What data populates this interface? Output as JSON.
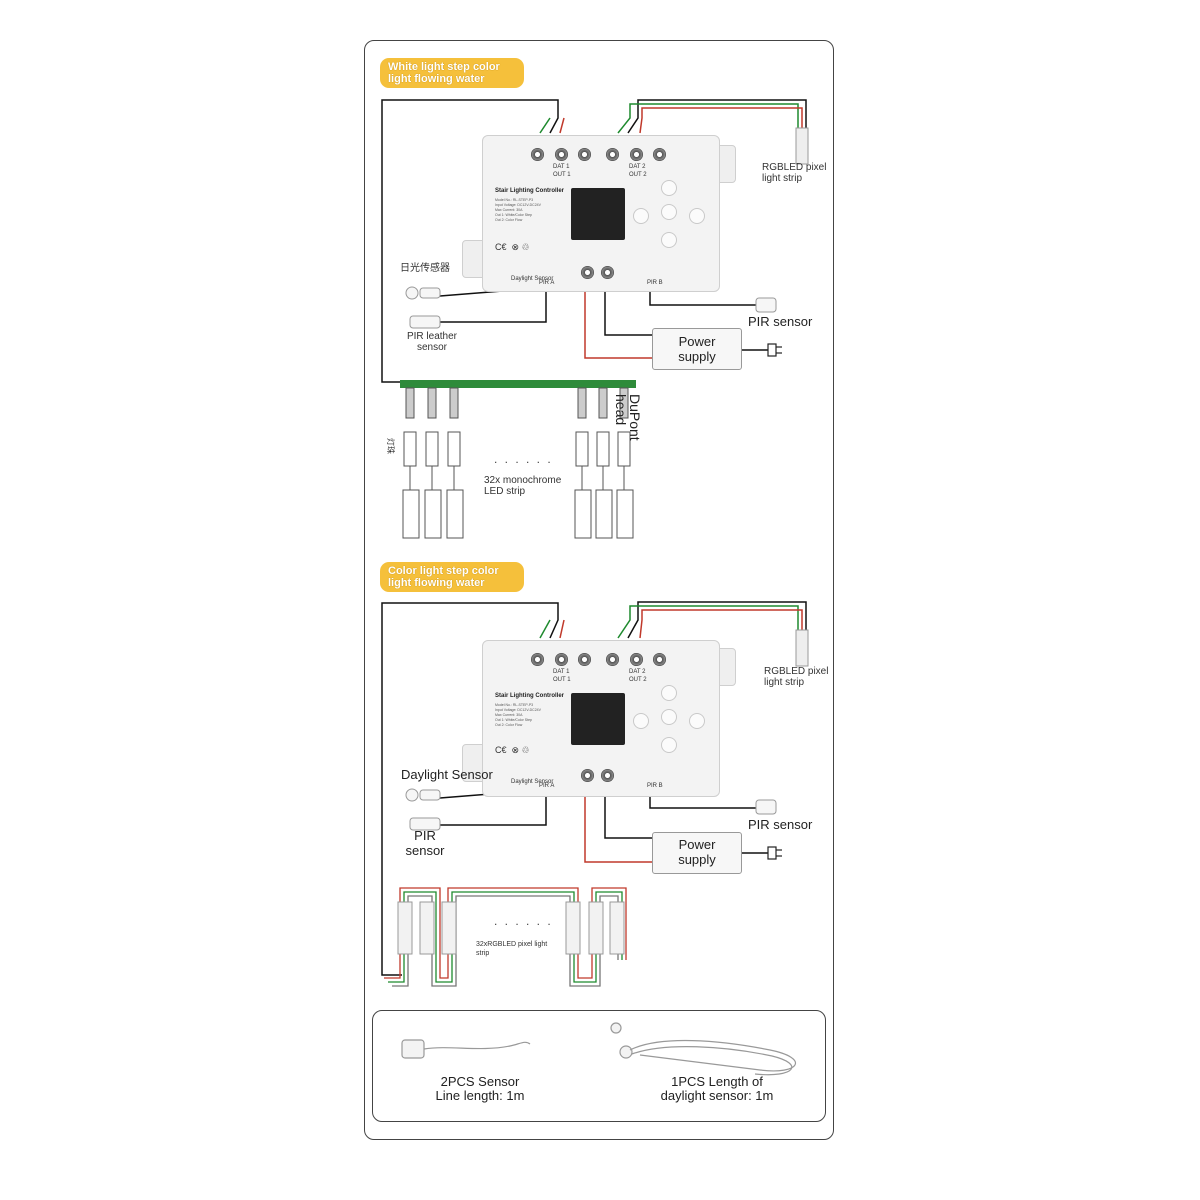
{
  "sections": [
    {
      "tag": "White light step color light flowing water",
      "controller_title": "Stair Lighting Controller",
      "controller_specs": [
        "Model No.: RL-STEP-P3",
        "Input Voltage: DC12V-DC24V",
        "Max Current: 30A",
        "Out 1: White/Color Step",
        "Out 2: Color Flow"
      ],
      "terminal_labels": [
        "DAT 1",
        "OUT 1",
        "DAT 2",
        "OUT 2"
      ],
      "port_labels": {
        "daylight": "Daylight Sensor",
        "pir_a": "PIR A",
        "pir_b": "PIR B"
      },
      "daylight_label": "日光传感器",
      "pir_label_left": "PIR leather sensor",
      "pixel_strip_label": "RGBLED pixel light strip",
      "pir_label_right": "PIR sensor",
      "power_label": "Power supply",
      "dupont_label": "DuPont head",
      "side_label": "灯珠",
      "strip_dots": ". . . . . .",
      "strip_label": "32x monochrome LED strip"
    },
    {
      "tag": "Color light step color light flowing water",
      "controller_title": "Stair Lighting Controller",
      "controller_specs": [
        "Model No.: RL-STEP-P3",
        "Input Voltage: DC12V-DC24V",
        "Max Current: 30A",
        "Out 1: White/Color Step",
        "Out 2: Color Flow"
      ],
      "terminal_labels": [
        "DAT 1",
        "OUT 1",
        "DAT 2",
        "OUT 2"
      ],
      "port_labels": {
        "daylight": "Daylight Sensor",
        "pir_a": "PIR A",
        "pir_b": "PIR B"
      },
      "daylight_label": "Daylight Sensor",
      "pir_label_left": "PIR sensor",
      "pixel_strip_label": "RGBLED pixel light strip",
      "pir_label_right": "PIR sensor",
      "power_label": "Power supply",
      "strip_dots": ". . . . . .",
      "strip_label": "32xRGBLED pixel light strip"
    }
  ],
  "accessories": [
    {
      "text": "2PCS Sensor Line length: 1m"
    },
    {
      "text": "1PCS Length of daylight sensor: 1m"
    }
  ],
  "colors": {
    "tag": "#f5c03b",
    "wire_red": "#c0392b",
    "wire_green": "#1e8a2e",
    "bus_green": "#2e8b3a"
  }
}
